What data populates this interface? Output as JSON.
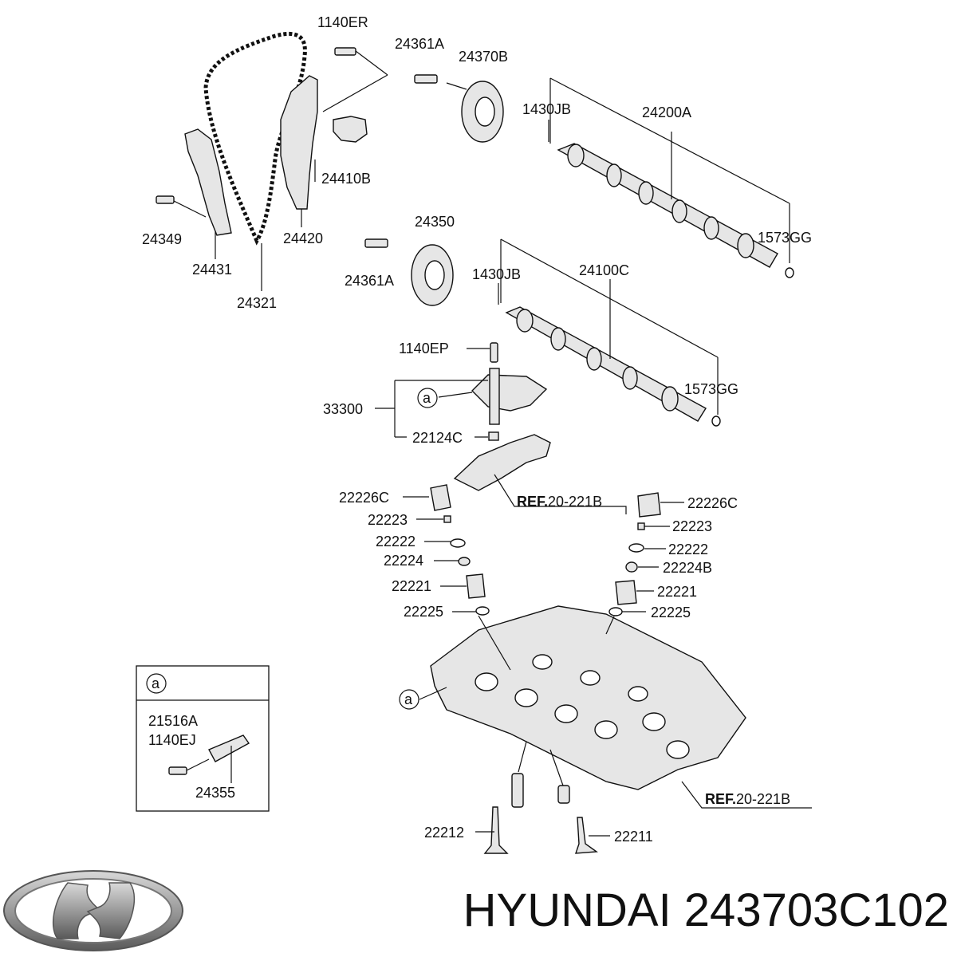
{
  "labels": {
    "l1140ER": "1140ER",
    "l24361A_top": "24361A",
    "l24370B": "24370B",
    "l1430JB_top": "1430JB",
    "l24200A": "24200A",
    "l24410B": "24410B",
    "l24349": "24349",
    "l24420": "24420",
    "l24431": "24431",
    "l24321": "24321",
    "l1573GG_top": "1573GG",
    "l24350": "24350",
    "l24361A_mid": "24361A",
    "l1430JB_mid": "1430JB",
    "l24100C": "24100C",
    "l1140EP": "1140EP",
    "l1573GG_mid": "1573GG",
    "l33300": "33300",
    "l22124C": "22124C",
    "l22226C_left": "22226C",
    "ref_bold_1": "REF.",
    "ref_rest_1": "20-221B",
    "l22226C_right": "22226C",
    "l22223_left": "22223",
    "l22223_right": "22223",
    "l22222_left": "22222",
    "l22222_right": "22222",
    "l22224": "22224",
    "l22224B": "22224B",
    "l22221_left": "22221",
    "l22221_right": "22221",
    "l22225_left": "22225",
    "l22225_right": "22225",
    "ref_bold_2": "REF.",
    "ref_rest_2": "20-221B",
    "l22212": "22212",
    "l22211": "22211",
    "circle_a": "a"
  },
  "inset": {
    "marker": "a",
    "l21516A": "21516A",
    "l1140EJ": "1140EJ",
    "l24355": "24355"
  },
  "footer": {
    "brand": "HYUNDAI",
    "part_number": "243703C102",
    "text": "HYUNDAI 243703C102"
  }
}
